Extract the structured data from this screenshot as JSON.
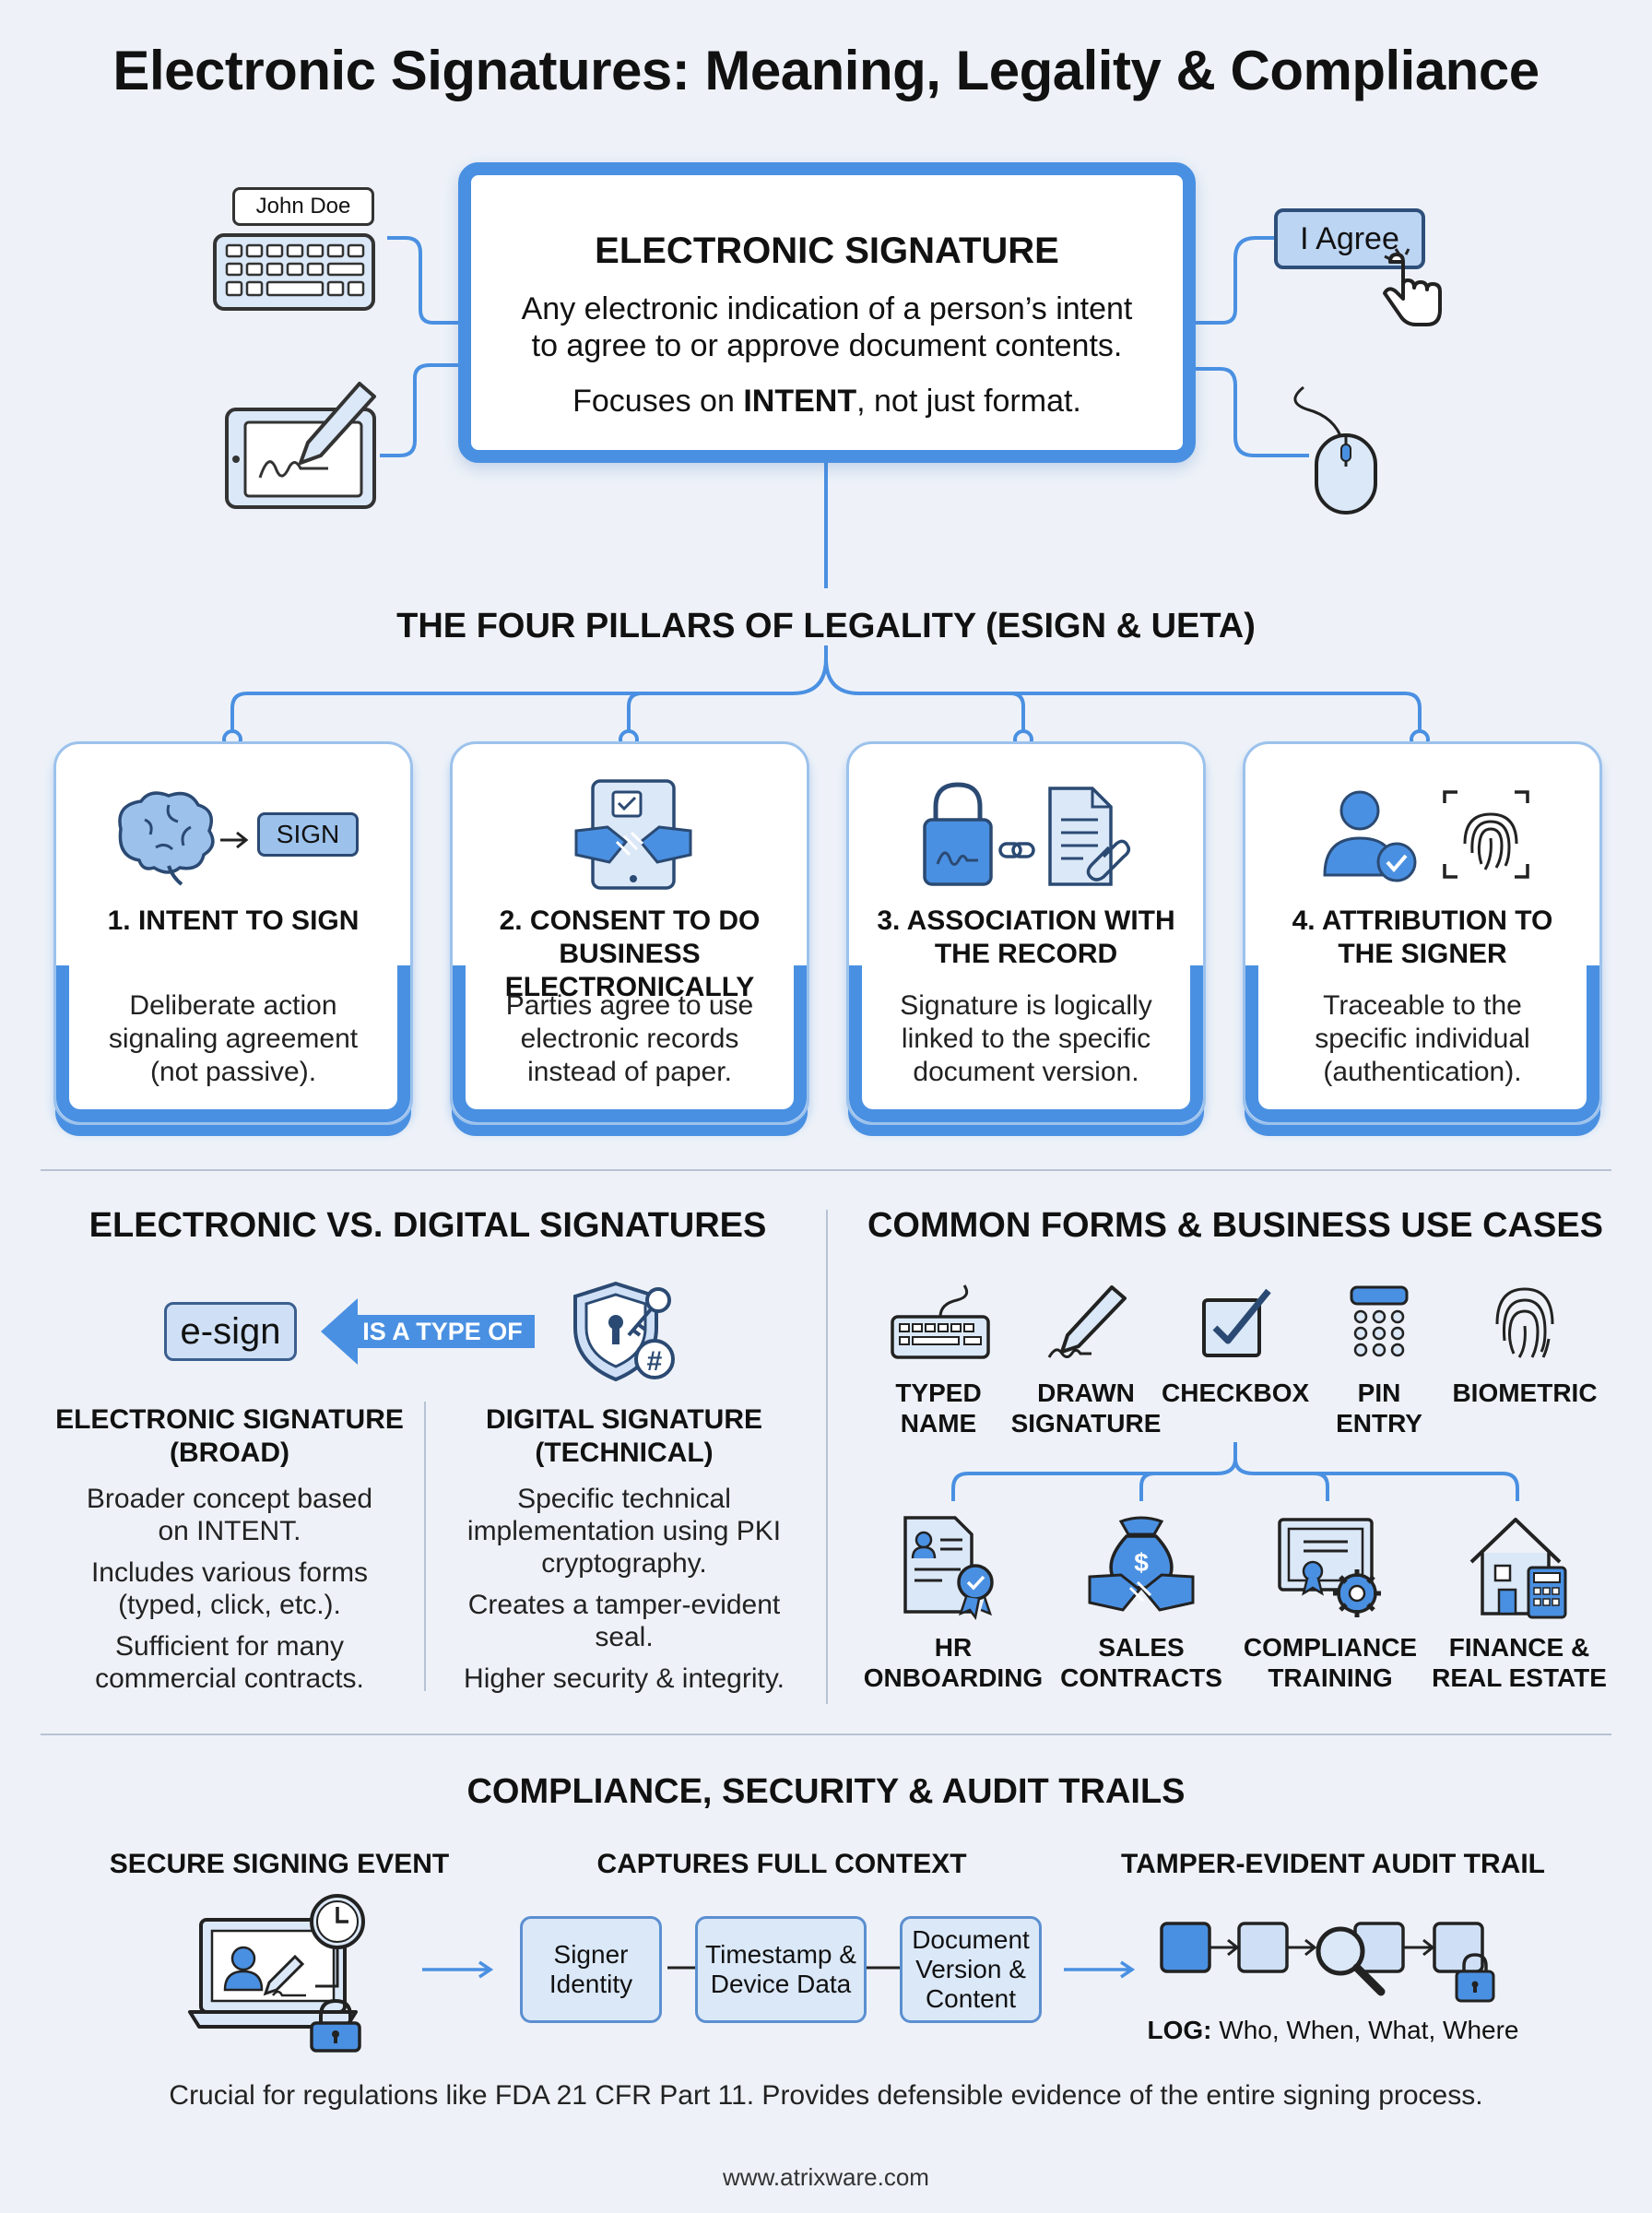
{
  "title": "Electronic Signatures: Meaning, Legality & Compliance",
  "hero": {
    "heading": "ELECTRONIC SIGNATURE",
    "line1": "Any electronic indication of a person’s intent",
    "line2": "to agree to or approve document contents.",
    "line3_pre": "Focuses on ",
    "line3_bold": "INTENT",
    "line3_post": ", not just format.",
    "name_tag": "John Doe",
    "agree_button": "I Agree"
  },
  "pillars": {
    "heading": "THE FOUR PILLARS OF LEGALITY (ESIGN & UETA)",
    "sign_chip": "SIGN",
    "items": [
      {
        "title1": "1. INTENT TO SIGN",
        "title2": "",
        "desc": [
          "Deliberate action",
          "signaling agreement",
          "(not passive)."
        ]
      },
      {
        "title1": "2. CONSENT TO DO",
        "title2": "BUSINESS ELECTRONICALLY",
        "desc": [
          "Parties agree to use",
          "electronic records",
          "instead of paper."
        ]
      },
      {
        "title1": "3. ASSOCIATION WITH",
        "title2": "THE RECORD",
        "desc": [
          "Signature is logically",
          "linked to the specific",
          "document version."
        ]
      },
      {
        "title1": "4. ATTRIBUTION TO",
        "title2": "THE SIGNER",
        "desc": [
          "Traceable to the",
          "specific individual",
          "(authentication)."
        ]
      }
    ]
  },
  "evd": {
    "heading": "ELECTRONIC VS. DIGITAL SIGNATURES",
    "esign_tag": "e-sign",
    "arrow_label": "IS A TYPE OF",
    "left": {
      "h1": "ELECTRONIC SIGNATURE",
      "h2": "(BROAD)",
      "lines": [
        "Broader concept based",
        "on INTENT.",
        "Includes various forms",
        "(typed, click, etc.).",
        "Sufficient for many",
        "commercial contracts."
      ]
    },
    "right": {
      "h1": "DIGITAL SIGNATURE",
      "h2": "(TECHNICAL)",
      "lines": [
        "Specific technical",
        "implementation using PKI",
        "cryptography.",
        "Creates a tamper-evident",
        "seal.",
        "Higher security & integrity."
      ]
    }
  },
  "forms": {
    "heading": "COMMON FORMS & BUSINESS USE CASES",
    "types": [
      {
        "l1": "TYPED",
        "l2": "NAME"
      },
      {
        "l1": "DRAWN",
        "l2": "SIGNATURE"
      },
      {
        "l1": "CHECKBOX",
        "l2": ""
      },
      {
        "l1": "PIN",
        "l2": "ENTRY"
      },
      {
        "l1": "BIOMETRIC",
        "l2": ""
      }
    ],
    "uses": [
      {
        "l1": "HR",
        "l2": "ONBOARDING"
      },
      {
        "l1": "SALES",
        "l2": "CONTRACTS"
      },
      {
        "l1": "COMPLIANCE",
        "l2": "TRAINING"
      },
      {
        "l1": "FINANCE &",
        "l2": "REAL ESTATE"
      }
    ]
  },
  "audit": {
    "heading": "COMPLIANCE, SECURITY & AUDIT TRAILS",
    "col1": "SECURE SIGNING EVENT",
    "col2": "CAPTURES FULL CONTEXT",
    "col3": "TAMPER-EVIDENT AUDIT TRAIL",
    "boxes": [
      [
        "Signer",
        "Identity"
      ],
      [
        "Timestamp &",
        "Device Data"
      ],
      [
        "Document",
        "Version &",
        "Content"
      ]
    ],
    "log_label": "LOG:",
    "log_text": " Who, When, What, Where",
    "note": "Crucial for regulations like FDA 21 CFR Part 11. Provides defensible evidence of the entire signing process."
  },
  "footer": "www.atrixware.com",
  "colors": {
    "accent": "#4a90e2",
    "light_fill": "#cfe0f6",
    "background": "#eef2f8"
  }
}
